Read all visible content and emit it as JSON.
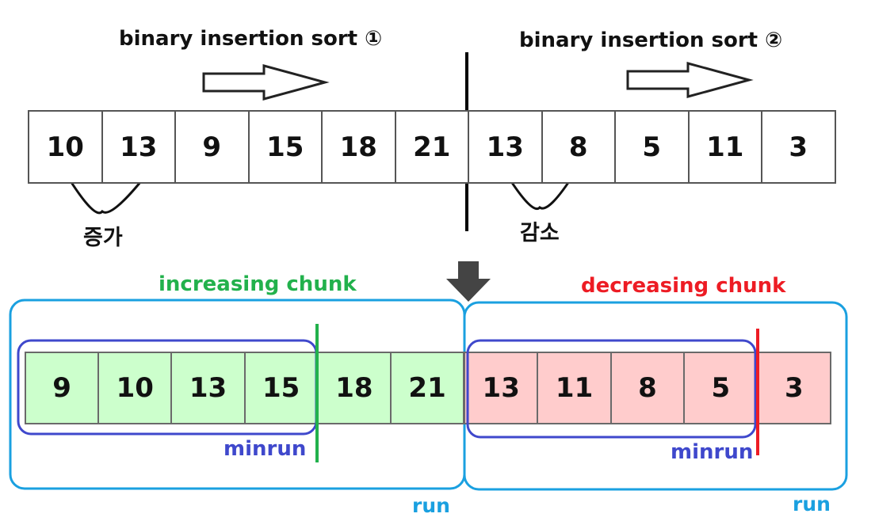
{
  "top": {
    "sort_label_1": "binary insertion sort ①",
    "sort_label_2": "binary insertion sort ②",
    "cells": [
      "10",
      "13",
      "9",
      "15",
      "18",
      "21",
      "13",
      "8",
      "5",
      "11",
      "3"
    ],
    "increase_label": "증가",
    "decrease_label": "감소"
  },
  "bottom": {
    "increasing_label": "increasing chunk",
    "decreasing_label": "decreasing chunk",
    "green_cells": [
      "9",
      "10",
      "13",
      "15",
      "18",
      "21"
    ],
    "pink_cells": [
      "13",
      "11",
      "8",
      "5",
      "3"
    ],
    "minrun_label_left": "minrun",
    "minrun_label_right": "minrun",
    "run_label_left": "run",
    "run_label_right": "run"
  },
  "colors": {
    "increasing": "#22b14c",
    "decreasing": "#ed1c24",
    "minrun": "#3f48cc",
    "run": "#1aa0e0",
    "green_fill": "#ccffcc",
    "pink_fill": "#ffcccc"
  }
}
